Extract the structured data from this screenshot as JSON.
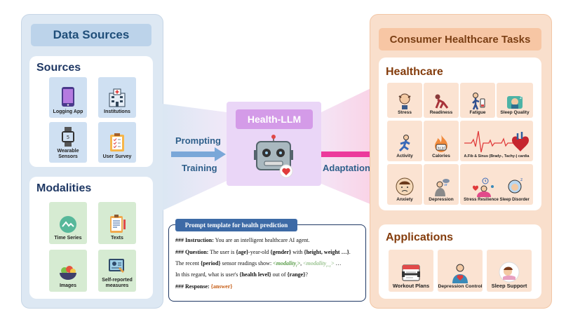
{
  "left": {
    "title": "Data Sources",
    "sources": {
      "title": "Sources",
      "items": [
        "Logging App",
        "Institutions",
        "Wearable Sensors",
        "User Survey"
      ]
    },
    "modalities": {
      "title": "Modalities",
      "items": [
        "Time Series",
        "Texts",
        "Images",
        "Self-reported measures"
      ]
    }
  },
  "center": {
    "title": "Health-LLM",
    "prompting_label": "Prompting",
    "training_label": "Training",
    "adaptation_label": "Adaptation"
  },
  "prompt": {
    "title": "Prompt template for health prediction",
    "line1_key": "### Instruction:",
    "line1_text": " You are an intelligent healthcare AI agent.",
    "line2_key": "### Question:",
    "line2_a": " The user is ",
    "line2_age": "{age}",
    "line2_b": "-year-old ",
    "line2_gender": "{gender}",
    "line2_c": " with ",
    "line2_hw": "{height, weight …}",
    "line2_d": ".",
    "line3_a": "The recent ",
    "line3_period": "{period}",
    "line3_b": " sensor readings show: ",
    "line3_m1": "<modality",
    "line3_m1_sub": "i",
    "line3_m1_end": ">",
    "line3_sep": ", ",
    "line3_m2": "<modality",
    "line3_m2_sub": "i+1",
    "line3_m2_end": ">",
    "line3_c": " …",
    "line4_a": "In this regard, what is user's ",
    "line4_level": "{health level}",
    "line4_b": " out of ",
    "line4_range": "{range}",
    "line4_c": "?",
    "line5_key": "### Response:",
    "line5_answer": " {answer}"
  },
  "right": {
    "title": "Consumer Healthcare Tasks",
    "healthcare": {
      "title": "Healthcare",
      "items": [
        "Stress",
        "Readiness",
        "Fatigue",
        "Sleep Quality",
        "Activity",
        "Calories",
        "A.Fib & Sinus (Brady-, Tachy-) cardia",
        "Anxiety",
        "Depression",
        "Stress Resilience",
        "Sleep Disorder"
      ]
    },
    "applications": {
      "title": "Applications",
      "items": [
        "Workout Plans",
        "Depression Control",
        "Sleep Support"
      ]
    }
  },
  "colors": {
    "left_bg": "#dde8f3",
    "right_bg": "#f9dfcc",
    "center_bg": "#ead6f7",
    "accent_pink": "#ec3a9c",
    "arrow_blue": "#7aa7d8"
  }
}
